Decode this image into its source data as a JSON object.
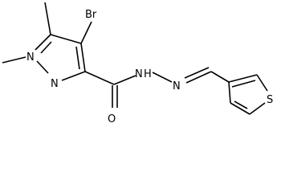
{
  "molecule": {
    "atoms": {
      "br": "Br",
      "n1": "N",
      "n2": "N",
      "o": "O",
      "nh": "N",
      "h": "H",
      "n_imine": "N",
      "s": "S"
    }
  },
  "colors": {
    "background": "#ffffff",
    "ink": "#000000"
  }
}
